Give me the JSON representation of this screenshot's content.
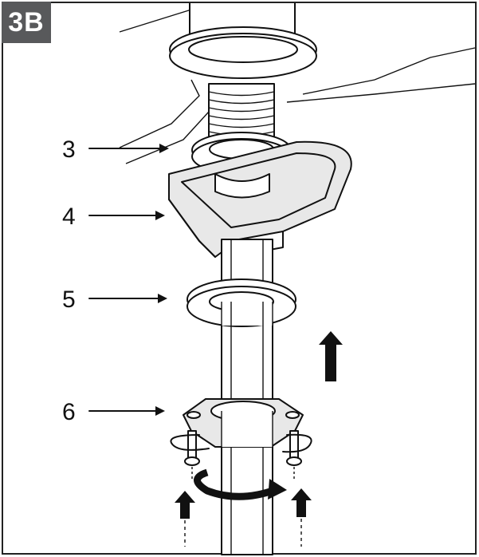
{
  "badge": "3B",
  "labels": [
    "3",
    "4",
    "5",
    "6"
  ]
}
